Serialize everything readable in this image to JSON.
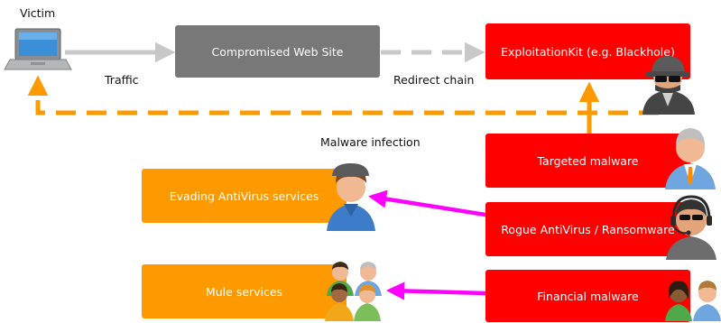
{
  "labels": {
    "victim": "Victim",
    "traffic": "Traffic",
    "redirect_chain": "Redirect chain",
    "malware_infection": "Malware infection"
  },
  "boxes": {
    "compromised_site": "Compromised Web Site",
    "exploitation_kit": "ExploitationKit (e.g. Blackhole)",
    "targeted_malware": "Targeted malware",
    "rogue_av": "Rogue AntiVirus / Ransomware",
    "financial_malware": "Financial malware",
    "evading_av": "Evading AntiVirus services",
    "mule_services": "Mule services"
  },
  "colors": {
    "gray_box": "#787878",
    "red_box": "#ff0000",
    "orange_box": "#ff9900",
    "arrow_gray": "#c8c8c8",
    "arrow_orange": "#ff9900",
    "arrow_magenta": "#ff00ff"
  },
  "icons": [
    "laptop-icon",
    "hacker-icon",
    "business-man-icon",
    "headset-operator-icon",
    "teen-user-icon",
    "user-group-icon",
    "couple-icon"
  ]
}
